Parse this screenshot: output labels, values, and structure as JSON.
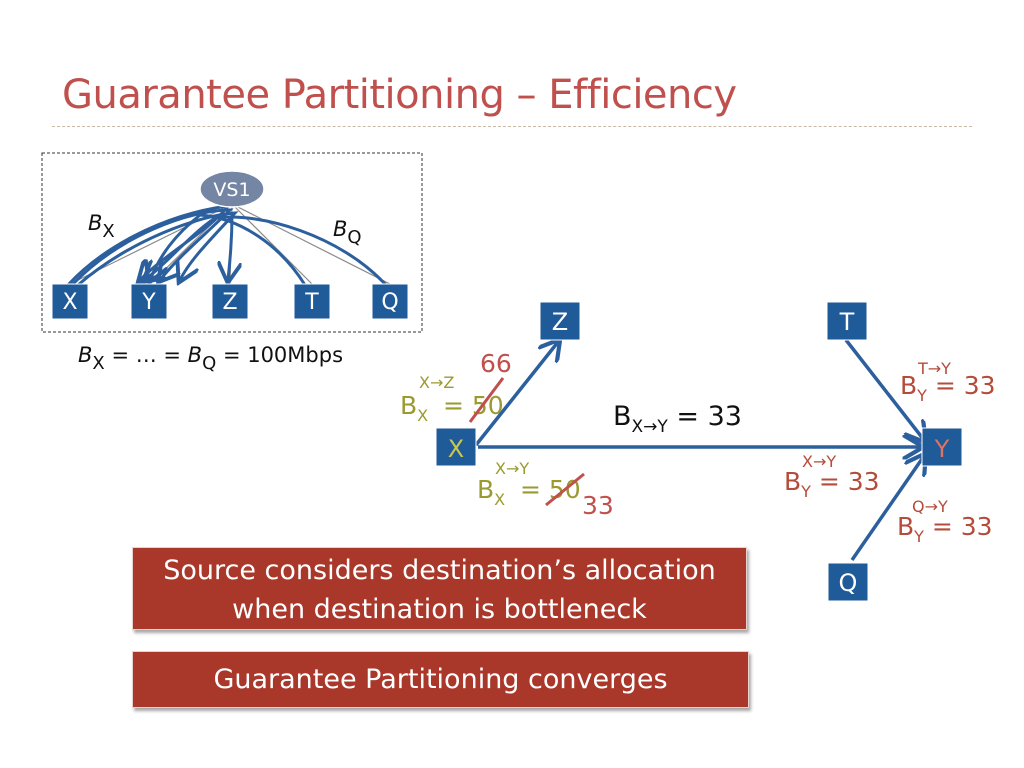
{
  "title": "Guarantee Partitioning – Efficiency",
  "colors": {
    "title": "#c0504d",
    "node_fill": "#1f5a99",
    "arrow": "#2c5f9e",
    "vs_fill": "#7486a4",
    "olive": "#9a9a2e",
    "rust": "#b54b3a",
    "box_fill": "#a9372a"
  },
  "inset": {
    "vs_label": "VS1",
    "nodes": [
      "X",
      "Y",
      "Z",
      "T",
      "Q"
    ],
    "bx_base": "B",
    "bx_sub": "X",
    "bq_base": "B",
    "bq_sub": "Q",
    "caption": {
      "b1": "B",
      "s1": "X",
      "mid": " = … = ",
      "b2": "B",
      "s2": "Q",
      "tail": " = 100Mbps"
    }
  },
  "main": {
    "nodes": {
      "x": "X",
      "y": "Y",
      "z": "Z",
      "t": "T",
      "q": "Q"
    },
    "labels": {
      "xz": {
        "base": "B",
        "sub": "X",
        "sup": "X→Z",
        "eq": "= ",
        "old": "50",
        "new": "66"
      },
      "xy_src": {
        "base": "B",
        "sub": "X",
        "sup": "X→Y",
        "eq": "= ",
        "old": "50",
        "new": "33"
      },
      "xy_center": {
        "base": "B",
        "sub": "X→Y",
        "eq": " = 33"
      },
      "ty": {
        "base": "B",
        "sub": "Y",
        "sup": "T→Y",
        "eq": " = 33"
      },
      "xy_dst": {
        "base": "B",
        "sub": "Y",
        "sup": "X→Y",
        "eq": " = 33"
      },
      "qy": {
        "base": "B",
        "sub": "Y",
        "sup": "Q→Y",
        "eq": " = 33"
      }
    }
  },
  "callouts": {
    "line1": "Source considers destination’s allocation",
    "line2": "when destination is bottleneck",
    "box2": "Guarantee Partitioning converges"
  }
}
